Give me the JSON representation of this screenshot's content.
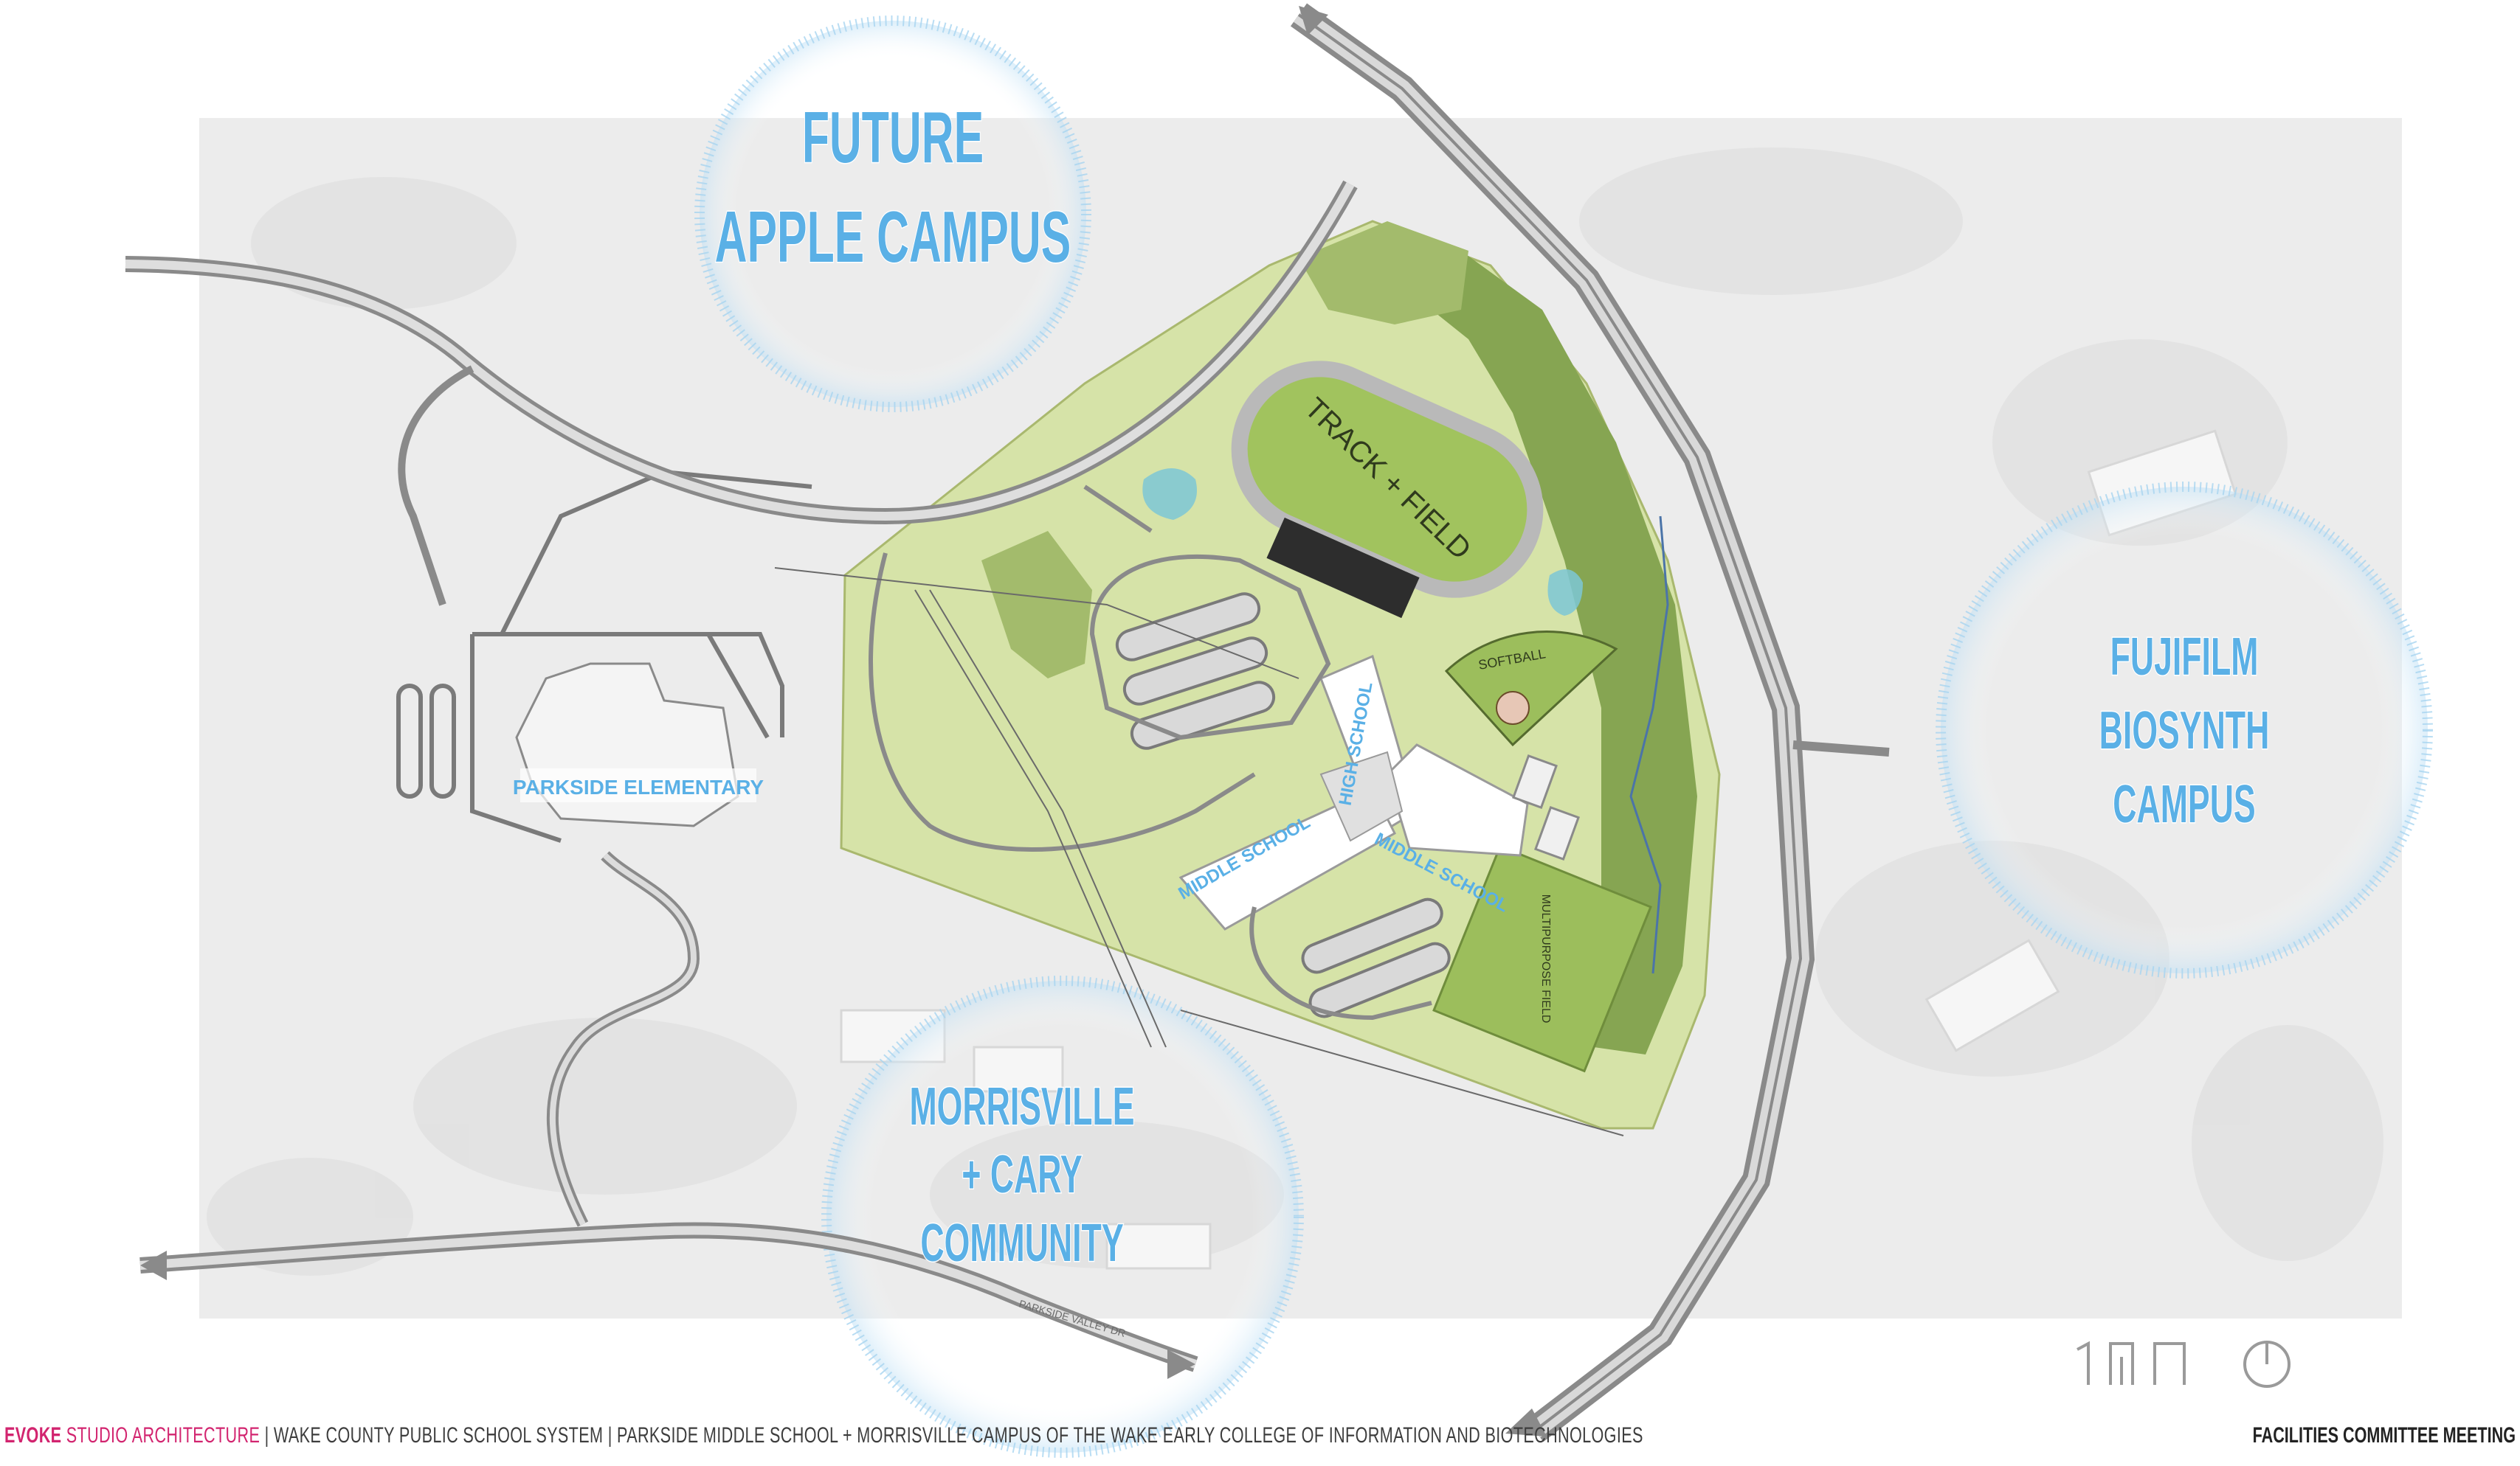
{
  "map_labels": {
    "future_apple": [
      "FUTURE",
      "APPLE CAMPUS"
    ],
    "fujifilm": [
      "FUJIFILM",
      "BIOSYNTH",
      "CAMPUS"
    ],
    "morrisville": [
      "MORRISVILLE",
      "+ CARY",
      "COMMUNITY"
    ],
    "parkside_elementary": "PARKSIDE ELEMENTARY",
    "track_field": "TRACK + FIELD",
    "high_school": "HIGH SCHOOL",
    "middle_school_left": "MIDDLE SCHOOL",
    "middle_school_right": "MIDDLE SCHOOL",
    "softball": "SOFTBALL",
    "multipurpose_field": "MULTIPURPOSE FIELD",
    "road_label": "PARKSIDE VALLEY DR"
  },
  "footer": {
    "brand": "EVOKE",
    "studio": " STUDIO ARCHITECTURE",
    "text": " | WAKE COUNTY PUBLIC  SCHOOL SYSTEM | PARKSIDE MIDDLE SCHOOL + MORRISVILLE CAMPUS OF THE WAKE EARLY COLLEGE OF INFORMATION AND BIOTECHNOLOGIES",
    "right": "FACILITIES COMMITTEE MEETING"
  },
  "colors": {
    "label_blue": "#5ab0e6",
    "site_green": "#d6e3a8",
    "field_green": "#9cbe5c",
    "buffer_green": "#86a552",
    "brand_pink": "#d2246f",
    "road_gray": "#8a8a8a",
    "aerial_gray": "#ededed"
  },
  "icons": [
    "north-arrow-icon",
    "scale-bar-icon"
  ]
}
